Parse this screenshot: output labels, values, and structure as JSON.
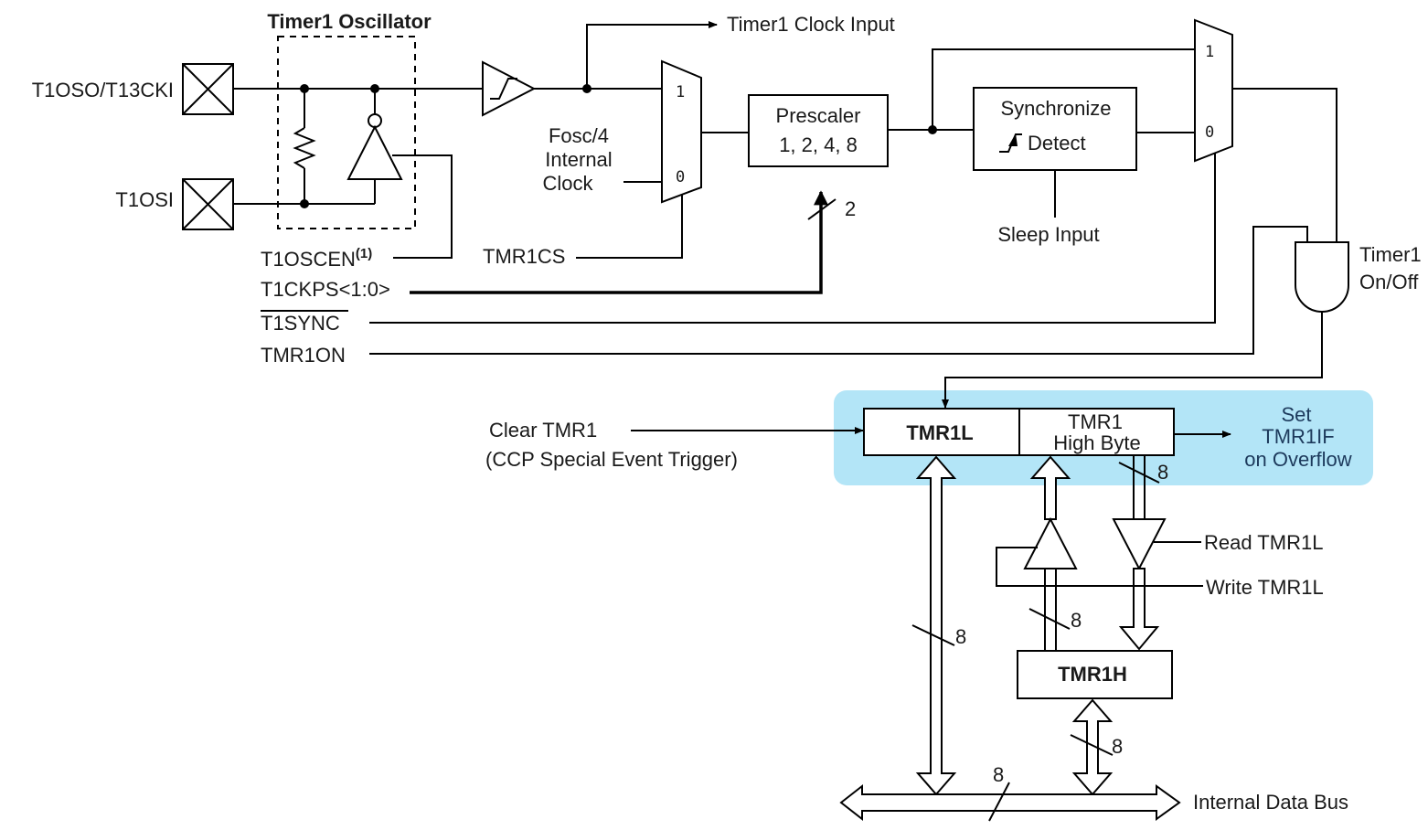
{
  "diagram": {
    "oscillator_title": "Timer1 Oscillator",
    "pins": {
      "t1oso": "T1OSO/T13CKI",
      "t1osi": "T1OSI"
    },
    "clock_input": "Timer1 Clock Input",
    "fosc": [
      "Fosc/4",
      "Internal",
      "Clock"
    ],
    "mux1": {
      "in1": "1",
      "in0": "0"
    },
    "mux2": {
      "in1": "1",
      "in0": "0"
    },
    "prescaler": {
      "title": "Prescaler",
      "values": "1, 2, 4, 8"
    },
    "prescaler_bus_width": "2",
    "sync": {
      "title": "Synchronize",
      "detect": "Detect"
    },
    "sleep_input": "Sleep Input",
    "t1oscen": {
      "base": "T1OSCEN",
      "note": "(1)"
    },
    "tmr1cs": "TMR1CS",
    "t1ckps": "T1CKPS<1:0>",
    "t1sync": "T1SYNC",
    "tmr1on": "TMR1ON",
    "on_off": [
      "Timer1",
      "On/Off"
    ],
    "clear": [
      "Clear TMR1",
      "(CCP Special Event Trigger)"
    ],
    "tmr1l": "TMR1L",
    "tmr1_high": [
      "TMR1",
      "High Byte"
    ],
    "set_flag": [
      "Set",
      "TMR1IF",
      "on Overflow"
    ],
    "read_tmr1l": "Read TMR1L",
    "write_tmr1l": "Write TMR1L",
    "tmr1h": "TMR1H",
    "internal_bus": "Internal Data Bus",
    "bus_widths": {
      "left": "8",
      "hb_out": "8",
      "hb_in": "8",
      "tmr1h_bus": "8",
      "data_bus": "8"
    },
    "highlight_color": "#b3e5f7",
    "text_color": "#1a1a1a"
  }
}
